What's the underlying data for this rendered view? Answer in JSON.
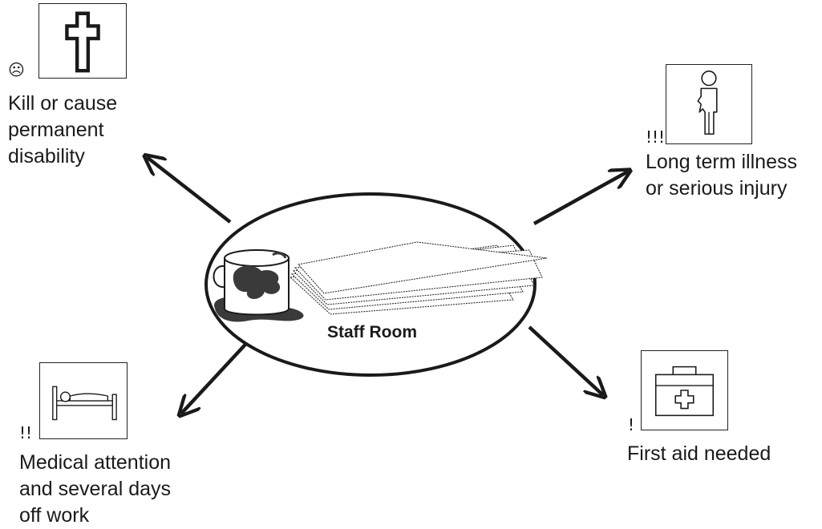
{
  "center": {
    "label": "Staff Room"
  },
  "outcomes": {
    "top_left": {
      "mark": "☹",
      "icon": "cross-icon",
      "text": [
        "Kill or cause",
        "permanent",
        "disability"
      ]
    },
    "top_right": {
      "mark": "!!!",
      "icon": "injured-person-icon",
      "text": [
        "Long term illness",
        "or serious injury"
      ]
    },
    "bottom_left": {
      "mark": "!!",
      "icon": "hospital-bed-icon",
      "text": [
        "Medical attention",
        "and several days",
        "off work"
      ]
    },
    "bottom_right": {
      "mark": "!",
      "icon": "first-aid-kit-icon",
      "text": [
        "First aid needed"
      ]
    }
  },
  "colors": {
    "stroke": "#1a1a1a",
    "spill": "#3a3a3a",
    "background": "#ffffff"
  }
}
